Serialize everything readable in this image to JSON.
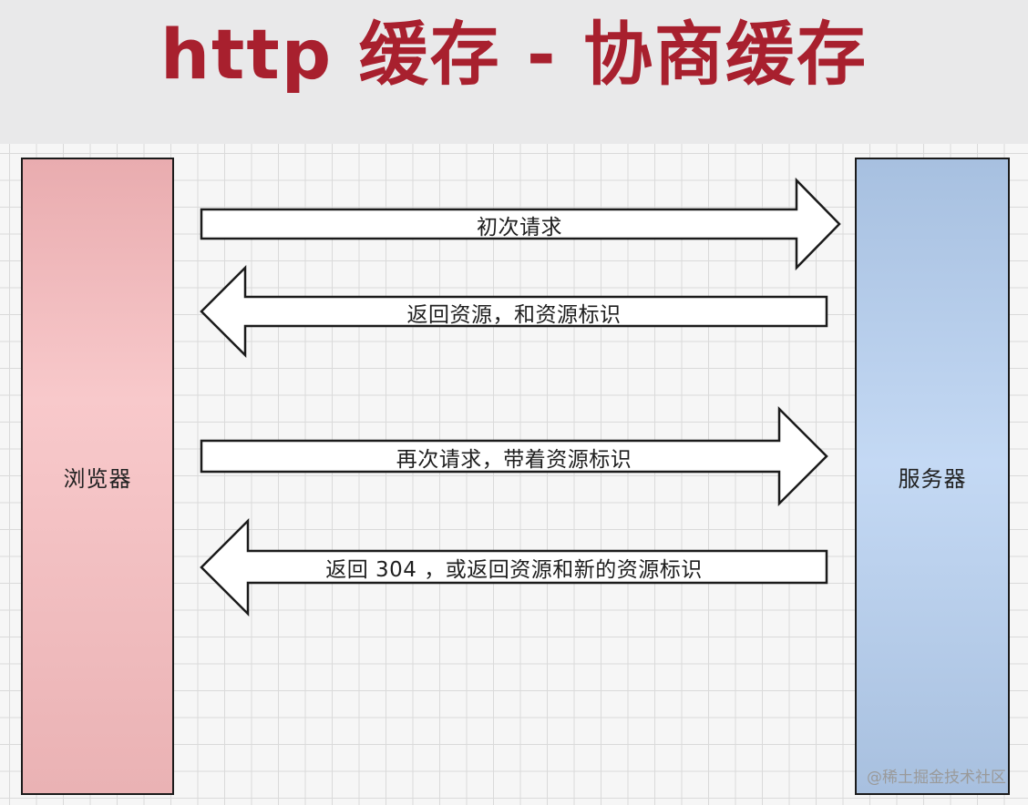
{
  "title": "http 缓存 - 协商缓存",
  "browser_label": "浏览器",
  "server_label": "服务器",
  "messages": [
    {
      "text": "初次请求",
      "direction": "right"
    },
    {
      "text": "返回资源，和资源标识",
      "direction": "left"
    },
    {
      "text": "再次请求，带着资源标识",
      "direction": "right"
    },
    {
      "text": "返回 304 ，或返回资源和新的资源标识",
      "direction": "left"
    }
  ],
  "watermark": "@稀土掘金技术社区",
  "colors": {
    "title": "#a8202e",
    "browser_fill": "#f8c9cb",
    "server_fill": "#c4d9f4",
    "arrow_fill": "#ffffff",
    "stroke": "#1b1b1b"
  }
}
